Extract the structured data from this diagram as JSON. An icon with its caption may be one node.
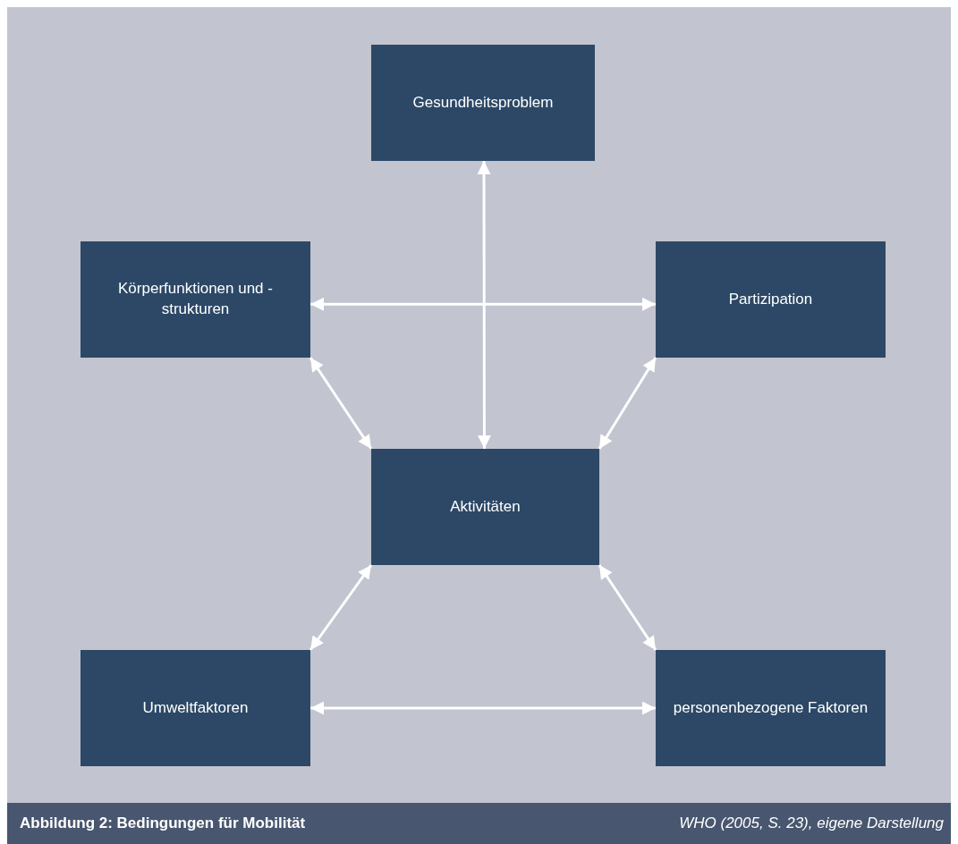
{
  "diagram": {
    "caption": "Abbildung 2: Bedingungen für Mobilität",
    "nodes": [
      {
        "text": [
          "Gesundheitsproblem"
        ]
      },
      {
        "text": [
          "Körperfunktionen und -strukturen"
        ]
      },
      {
        "text": [
          "Partizipation"
        ]
      },
      {
        "text": [
          "Aktivitäten"
        ]
      },
      {
        "text": [
          "Umweltfaktoren"
        ]
      },
      {
        "text": [
          "personenbezogene Faktoren"
        ]
      }
    ],
    "edges": [
      {
        "from": 0,
        "to": 3,
        "arrow": "both"
      },
      {
        "from": 1,
        "to": 2,
        "arrow": "both"
      },
      {
        "from": 1,
        "to": 3,
        "arrow": "both"
      },
      {
        "from": 2,
        "to": 3,
        "arrow": "both"
      },
      {
        "from": 4,
        "to": 3,
        "arrow": "both"
      },
      {
        "from": 5,
        "to": 3,
        "arrow": "both"
      },
      {
        "from": 4,
        "to": 5,
        "arrow": "both"
      }
    ],
    "labels": [
      "WHO (2005, S. 23), eigene Darstellung"
    ]
  }
}
